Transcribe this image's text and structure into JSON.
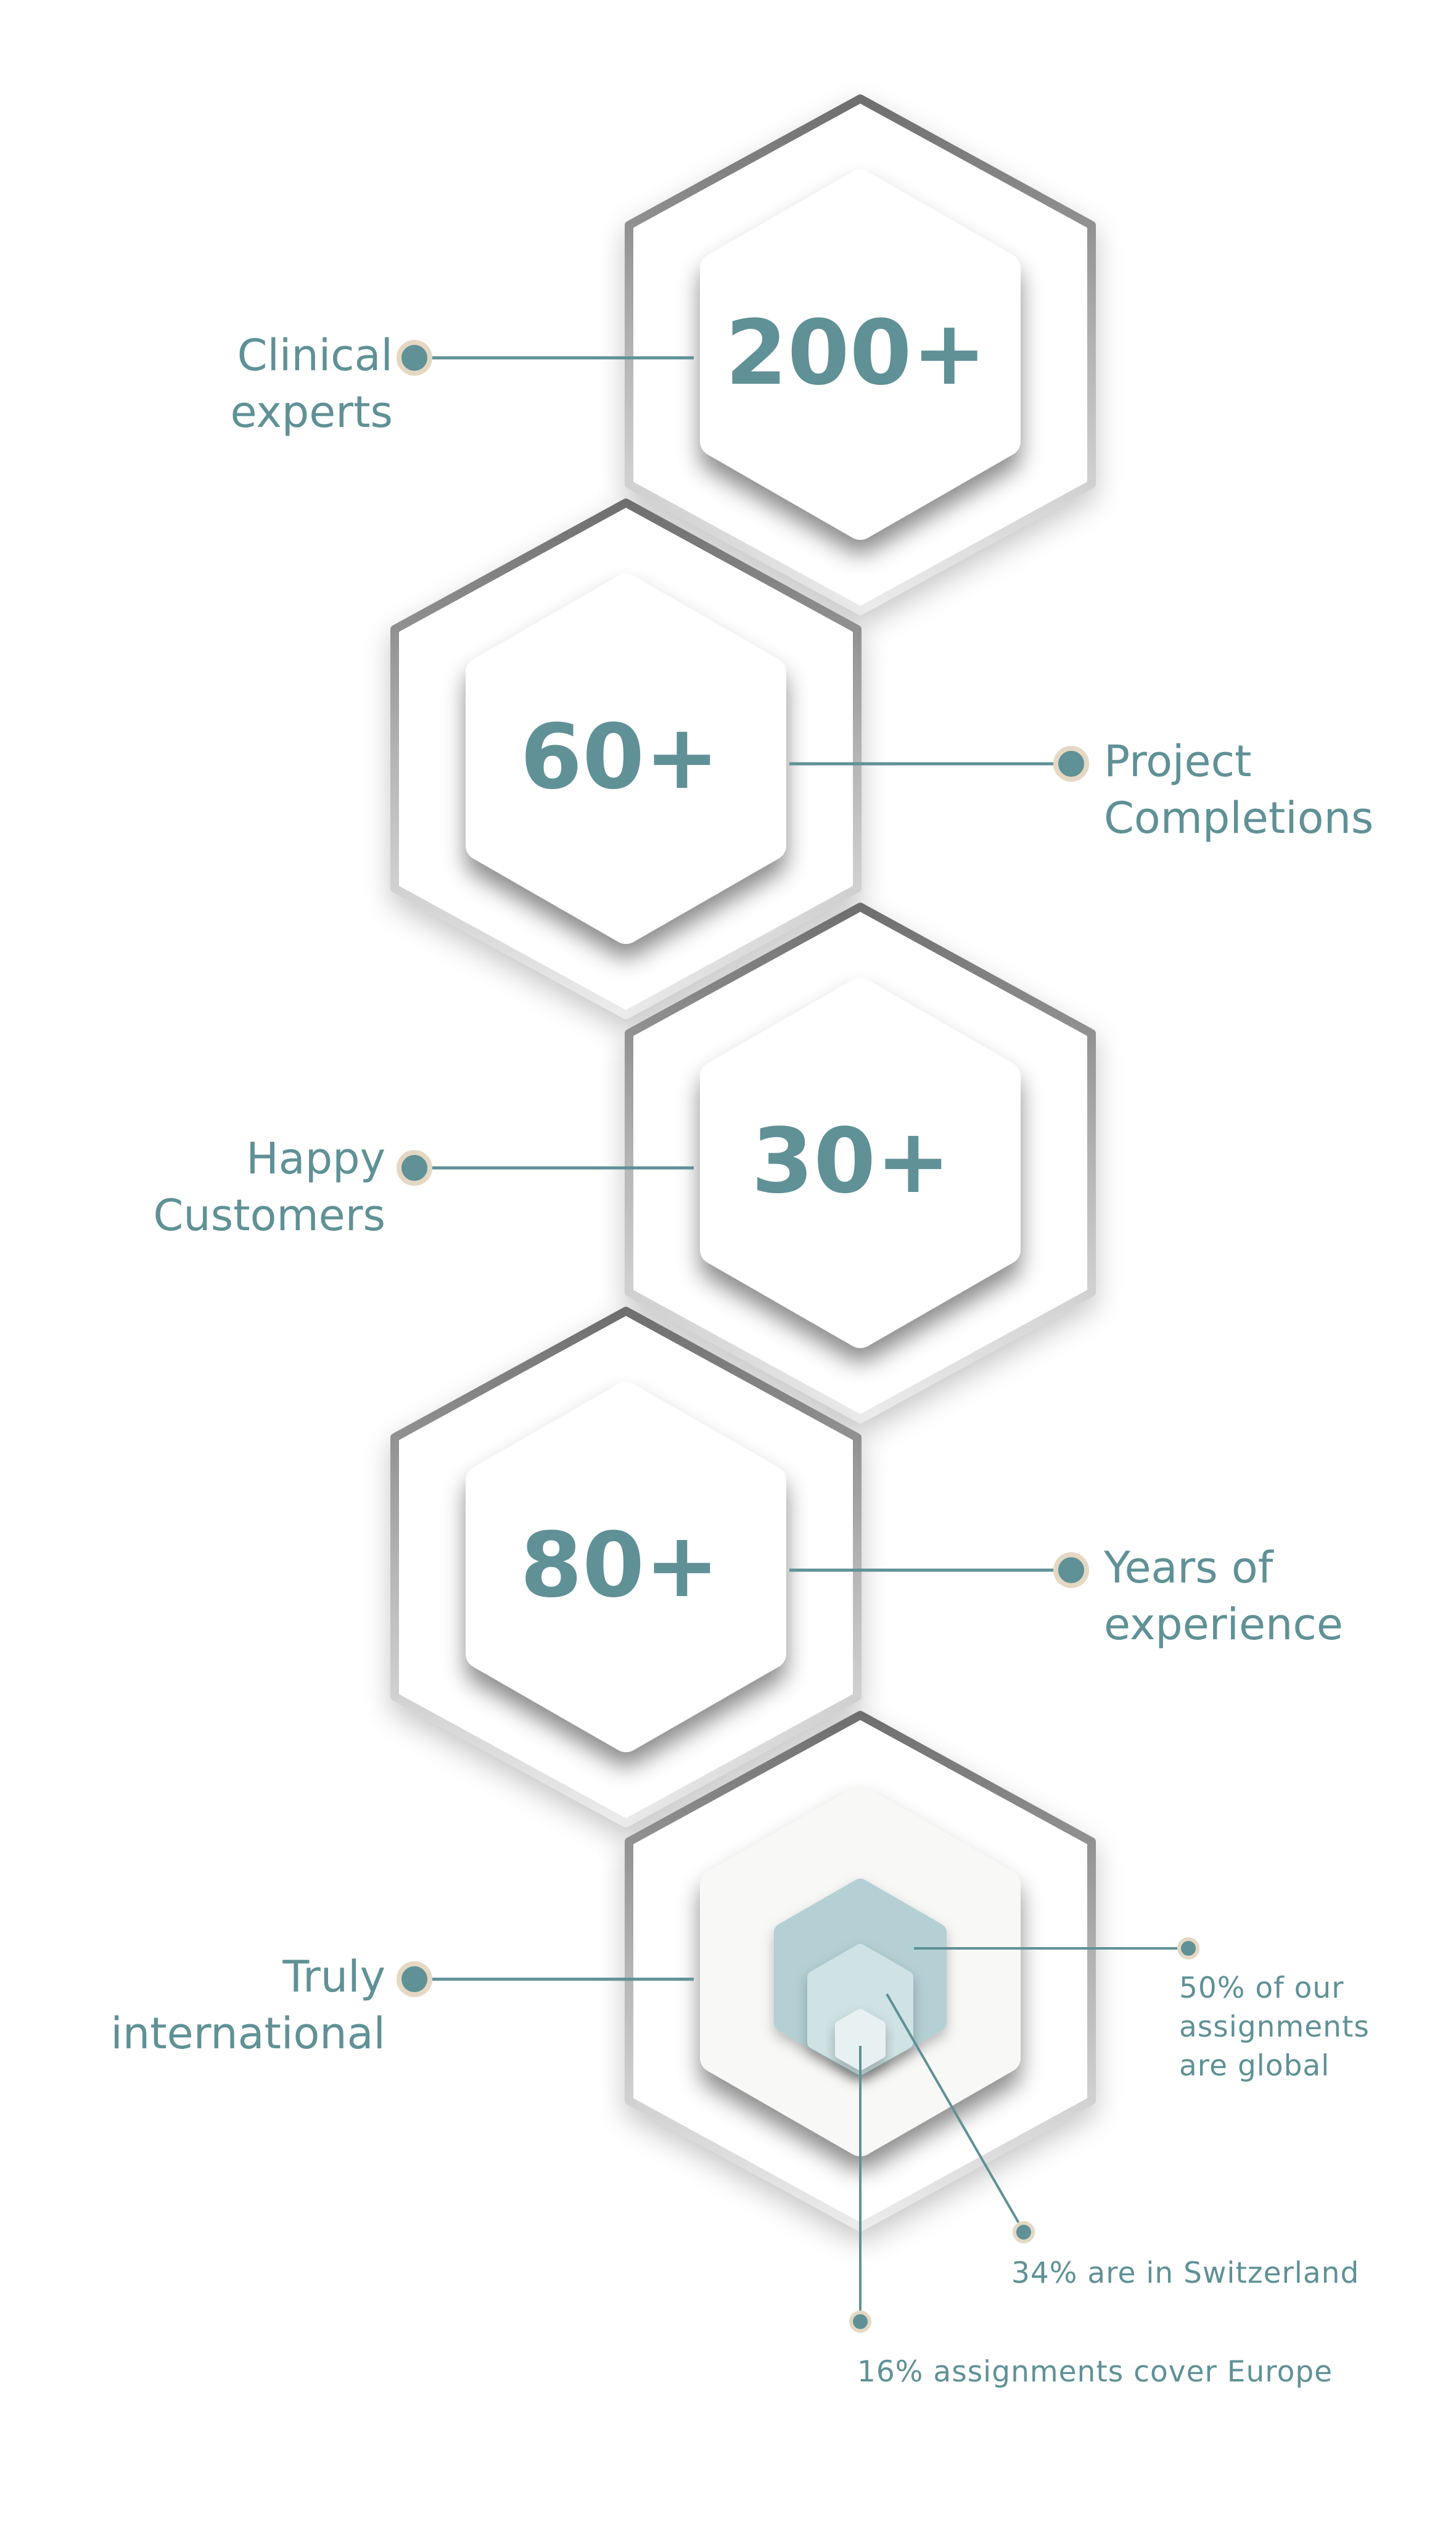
{
  "colors": {
    "accent": "#5f9196",
    "dot_ring": "#e5d8c3",
    "connector": "#5f9196",
    "inner_face": "#ffffff",
    "globe_face": "#f8f8f7",
    "layer_outer": "#b4d0d4",
    "layer_mid": "#cfe2e4",
    "layer_inner": "#e8f1f2"
  },
  "stats": [
    {
      "value": "200+",
      "label_line1": "Clinical",
      "label_line2": "experts"
    },
    {
      "value": "60+",
      "label_line1": "Project",
      "label_line2": "Completions"
    },
    {
      "value": "30+",
      "label_line1": "Happy",
      "label_line2": "Customers"
    },
    {
      "value": "80+",
      "label_line1": "Years of",
      "label_line2": "experience"
    }
  ],
  "international": {
    "label_line1": "Truly",
    "label_line2": "international",
    "callouts": {
      "global": {
        "line1": "50% of our",
        "line2": "assignments",
        "line3": "are global",
        "percent": 50
      },
      "switzerland": {
        "text": "34% are in Switzerland",
        "percent": 34
      },
      "europe": {
        "text": "16% assignments cover Europe",
        "percent": 16
      }
    }
  }
}
